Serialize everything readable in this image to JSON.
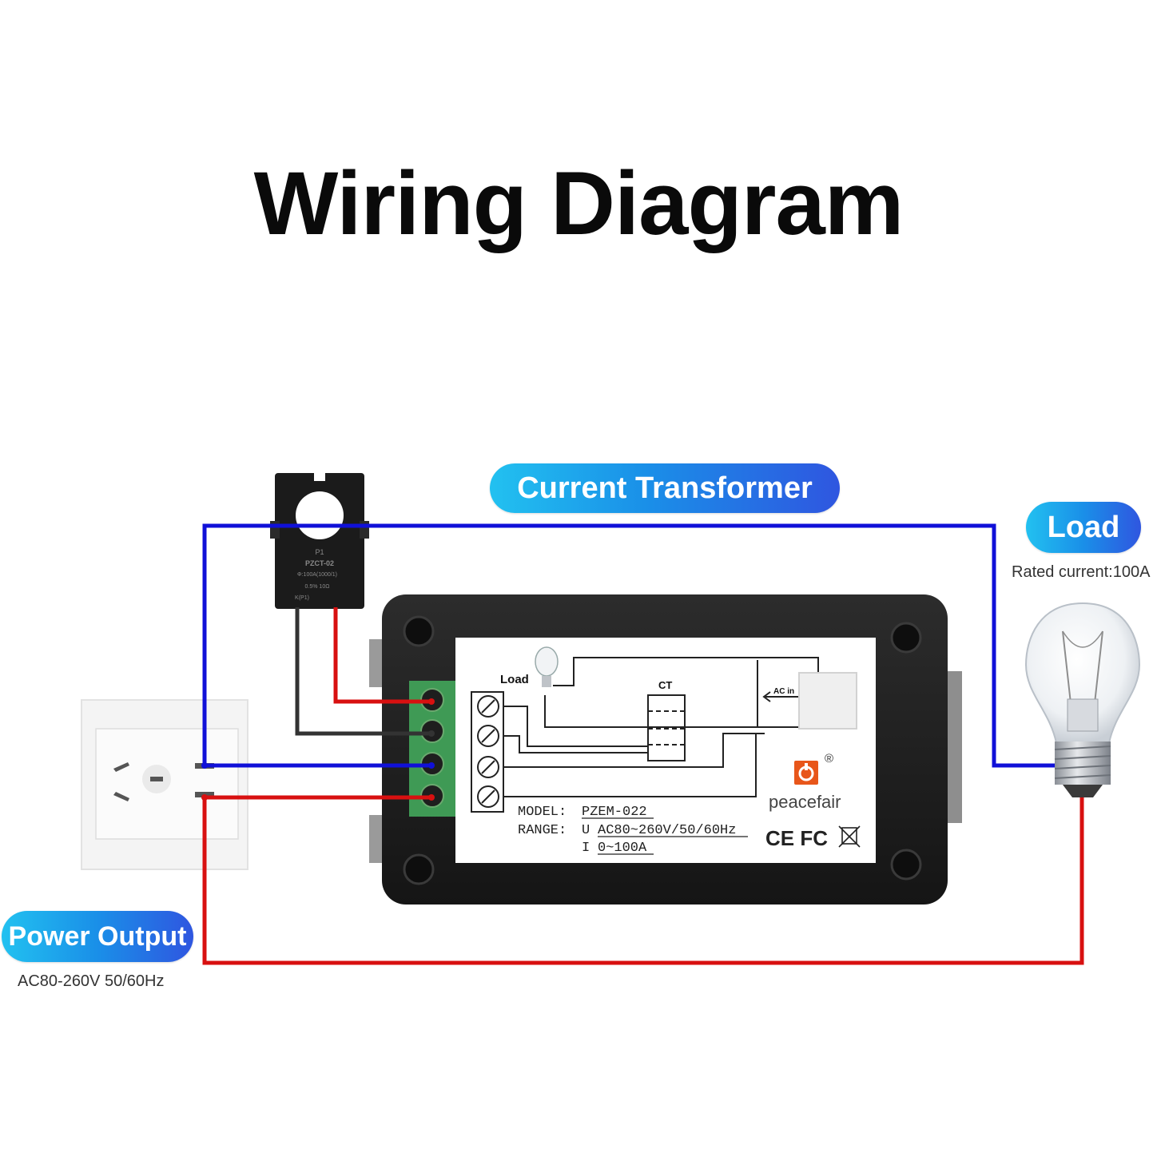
{
  "title": "Wiring Diagram",
  "labels": {
    "current_transformer": "Current Transformer",
    "load": "Load",
    "load_rating": "Rated current:100A",
    "power_output": "Power Output",
    "power_spec": "AC80-260V  50/60Hz"
  },
  "ct_sensor": {
    "line1": "P1",
    "line2": "PZCT-02",
    "line3": "Φ:100A(1000/1)",
    "line4": "0.5%      10Ω",
    "line5": "K(P1)"
  },
  "meter_panel": {
    "load_label": "Load",
    "ct_label": "CT",
    "ac_in_label": "AC in",
    "model_key": "MODEL:",
    "model_value": "PZEM-022",
    "range_key": "RANGE:",
    "voltage_symbol": "U",
    "voltage_range": "AC80~260V/50/60Hz",
    "current_symbol": "I",
    "current_range": "0~100A",
    "brand": "peacefair",
    "registered": "®",
    "cert_marks": "CE FC"
  },
  "colors": {
    "blue_wire": "#1010d8",
    "red_wire": "#d81010",
    "black_wire": "#333333",
    "terminal_green": "#3f9a55",
    "brand_orange": "#e8561a"
  }
}
